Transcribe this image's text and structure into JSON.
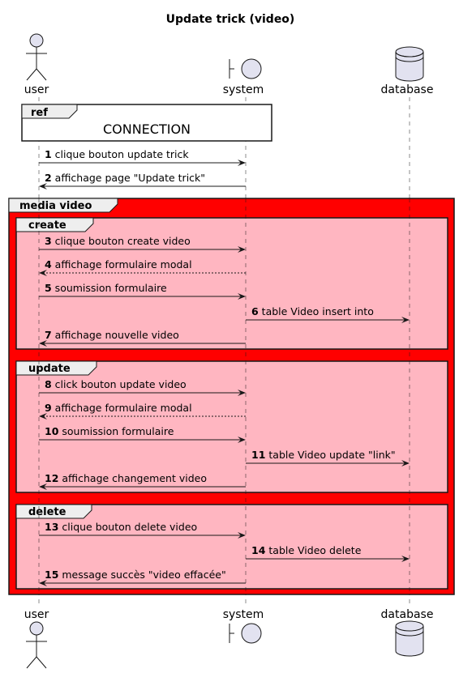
{
  "title": "Update trick (video)",
  "participants": [
    {
      "id": "user",
      "label": "user",
      "kind": "actor"
    },
    {
      "id": "system",
      "label": "system",
      "kind": "boundary"
    },
    {
      "id": "database",
      "label": "database",
      "kind": "database"
    }
  ],
  "ref": {
    "tag": "ref",
    "label": "CONNECTION"
  },
  "messages": [
    {
      "num": "1",
      "text": "clique bouton update trick",
      "from": "user",
      "to": "system",
      "style": "solid"
    },
    {
      "num": "2",
      "text": "affichage page \"Update trick\"",
      "from": "system",
      "to": "user",
      "style": "solid"
    },
    {
      "num": "3",
      "text": "clique bouton create video",
      "from": "user",
      "to": "system",
      "style": "solid"
    },
    {
      "num": "4",
      "text": "affichage formulaire modal",
      "from": "system",
      "to": "user",
      "style": "dashed"
    },
    {
      "num": "5",
      "text": "soumission formulaire",
      "from": "user",
      "to": "system",
      "style": "solid"
    },
    {
      "num": "6",
      "text": "table Video insert into",
      "from": "system",
      "to": "database",
      "style": "solid"
    },
    {
      "num": "7",
      "text": "affichage nouvelle video",
      "from": "system",
      "to": "user",
      "style": "solid"
    },
    {
      "num": "8",
      "text": "click bouton update video",
      "from": "user",
      "to": "system",
      "style": "solid"
    },
    {
      "num": "9",
      "text": "affichage formulaire modal",
      "from": "system",
      "to": "user",
      "style": "dashed"
    },
    {
      "num": "10",
      "text": "soumission formulaire",
      "from": "user",
      "to": "system",
      "style": "solid"
    },
    {
      "num": "11",
      "text": "table Video update \"link\"",
      "from": "system",
      "to": "database",
      "style": "solid"
    },
    {
      "num": "12",
      "text": "affichage changement video",
      "from": "system",
      "to": "user",
      "style": "solid"
    },
    {
      "num": "13",
      "text": "clique bouton delete video",
      "from": "user",
      "to": "system",
      "style": "solid"
    },
    {
      "num": "14",
      "text": "table Video delete",
      "from": "system",
      "to": "database",
      "style": "solid"
    },
    {
      "num": "15",
      "text": "message succès \"video effacée\"",
      "from": "system",
      "to": "user",
      "style": "solid"
    }
  ],
  "groups": {
    "outer": {
      "label": "media video",
      "color": "#ff0000"
    },
    "create": {
      "label": "create",
      "color": "#ffb6c1"
    },
    "update": {
      "label": "update",
      "color": "#ffb6c1"
    },
    "delete": {
      "label": "delete",
      "color": "#ffb6c1"
    }
  },
  "colors": {
    "participant_fill": "#e2e2f0",
    "participant_stroke": "#181818",
    "lifeline": "#181818",
    "tab_fill": "#eeeeee",
    "outer_fill": "#ff0000",
    "inner_fill": "#ffb6c1"
  }
}
